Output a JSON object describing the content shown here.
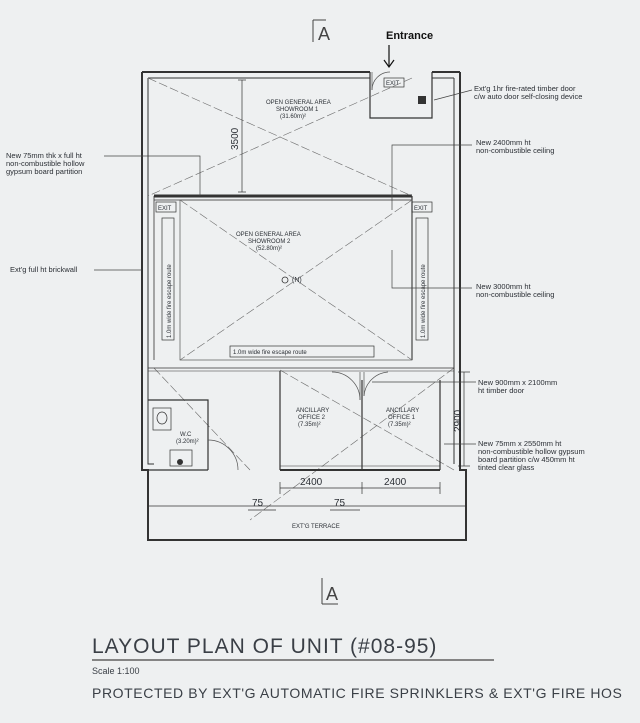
{
  "section_marker_top": "A",
  "section_marker_bottom": "A",
  "entrance_label": "Entrance",
  "exit_sign": "EXIT",
  "rooms": {
    "showroom1": {
      "line1": "OPEN GENERAL AREA",
      "line2": "SHOWROOM 1",
      "area": "(31.60m)²"
    },
    "showroom2": {
      "line1": "OPEN GENERAL AREA",
      "line2": "SHOWROOM 2",
      "area": "(52.80m)²"
    },
    "ancillary2": {
      "line1": "ANCILLARY",
      "line2": "OFFICE 2",
      "area": "(7.35m)²"
    },
    "ancillary1": {
      "line1": "ANCILLARY",
      "line2": "OFFICE 1",
      "area": "(7.35m)²"
    },
    "wc": {
      "line1": "W.C",
      "area": "(3.20m)²"
    },
    "terrace": "EXT'G TERRACE"
  },
  "north_label": "(N)",
  "escape_route_label": "1.0m wide fire escape route",
  "dimensions": {
    "d3500": "3500",
    "d2900": "2900",
    "d2400a": "2400",
    "d2400b": "2400",
    "d75a": "75",
    "d75b": "75"
  },
  "annotations": {
    "right1": {
      "line1": "Ext'g 1hr fire-rated timber door",
      "line2": "c/w auto door self-closing device"
    },
    "right2": {
      "line1": "New 2400mm ht",
      "line2": "non-combustible ceiling"
    },
    "right3": {
      "line1": "New 3000mm ht",
      "line2": "non-combustible ceiling"
    },
    "right4": {
      "line1": "New 900mm x 2100mm",
      "line2": "ht timber door"
    },
    "right5": {
      "line1": "New 75mm x 2550mm ht",
      "line2": "non-combustible hollow gypsum",
      "line3": "board partition c/w 450mm ht",
      "line4": "tinted clear glass"
    },
    "left1": {
      "line1": "New 75mm thk x full ht",
      "line2": "non-combustible hollow",
      "line3": "gypsum board partition"
    },
    "left2": "Ext'g full ht brickwall"
  },
  "title": "LAYOUT PLAN OF UNIT (#08-95)",
  "scale": "Scale 1:100",
  "subtitle": "PROTECTED BY EXT'G AUTOMATIC FIRE SPRINKLERS & EXT'G FIRE HOS"
}
